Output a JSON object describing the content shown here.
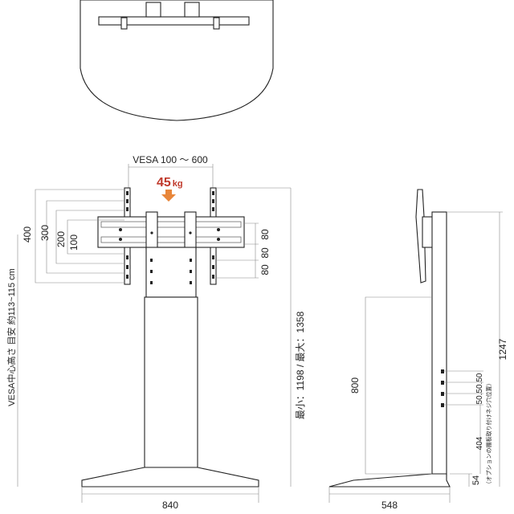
{
  "labels": {
    "vesa_range": "VESA 100 〜 600",
    "load_value": "45",
    "load_unit": "kg",
    "dim_400": "400",
    "dim_300": "300",
    "dim_200": "200",
    "dim_100": "100",
    "dim_80a": "80",
    "dim_80b": "80",
    "dim_80c": "80",
    "vesa_height": "VESA中心高さ 目安 約113~115 cm",
    "height_range": "最小：1198 / 最大：1358",
    "width_front": "840",
    "height_800": "800",
    "height_1247": "1247",
    "pitch_50": "50.50.50",
    "option_height": "404",
    "option_note": "（オプションの棚板取り付けネジ穴位置）",
    "base_54": "54",
    "depth_side": "548"
  },
  "colors": {
    "line": "#222222",
    "dim_line": "#888888",
    "load_text": "#c0392b",
    "load_arrow": "#e8863a"
  }
}
